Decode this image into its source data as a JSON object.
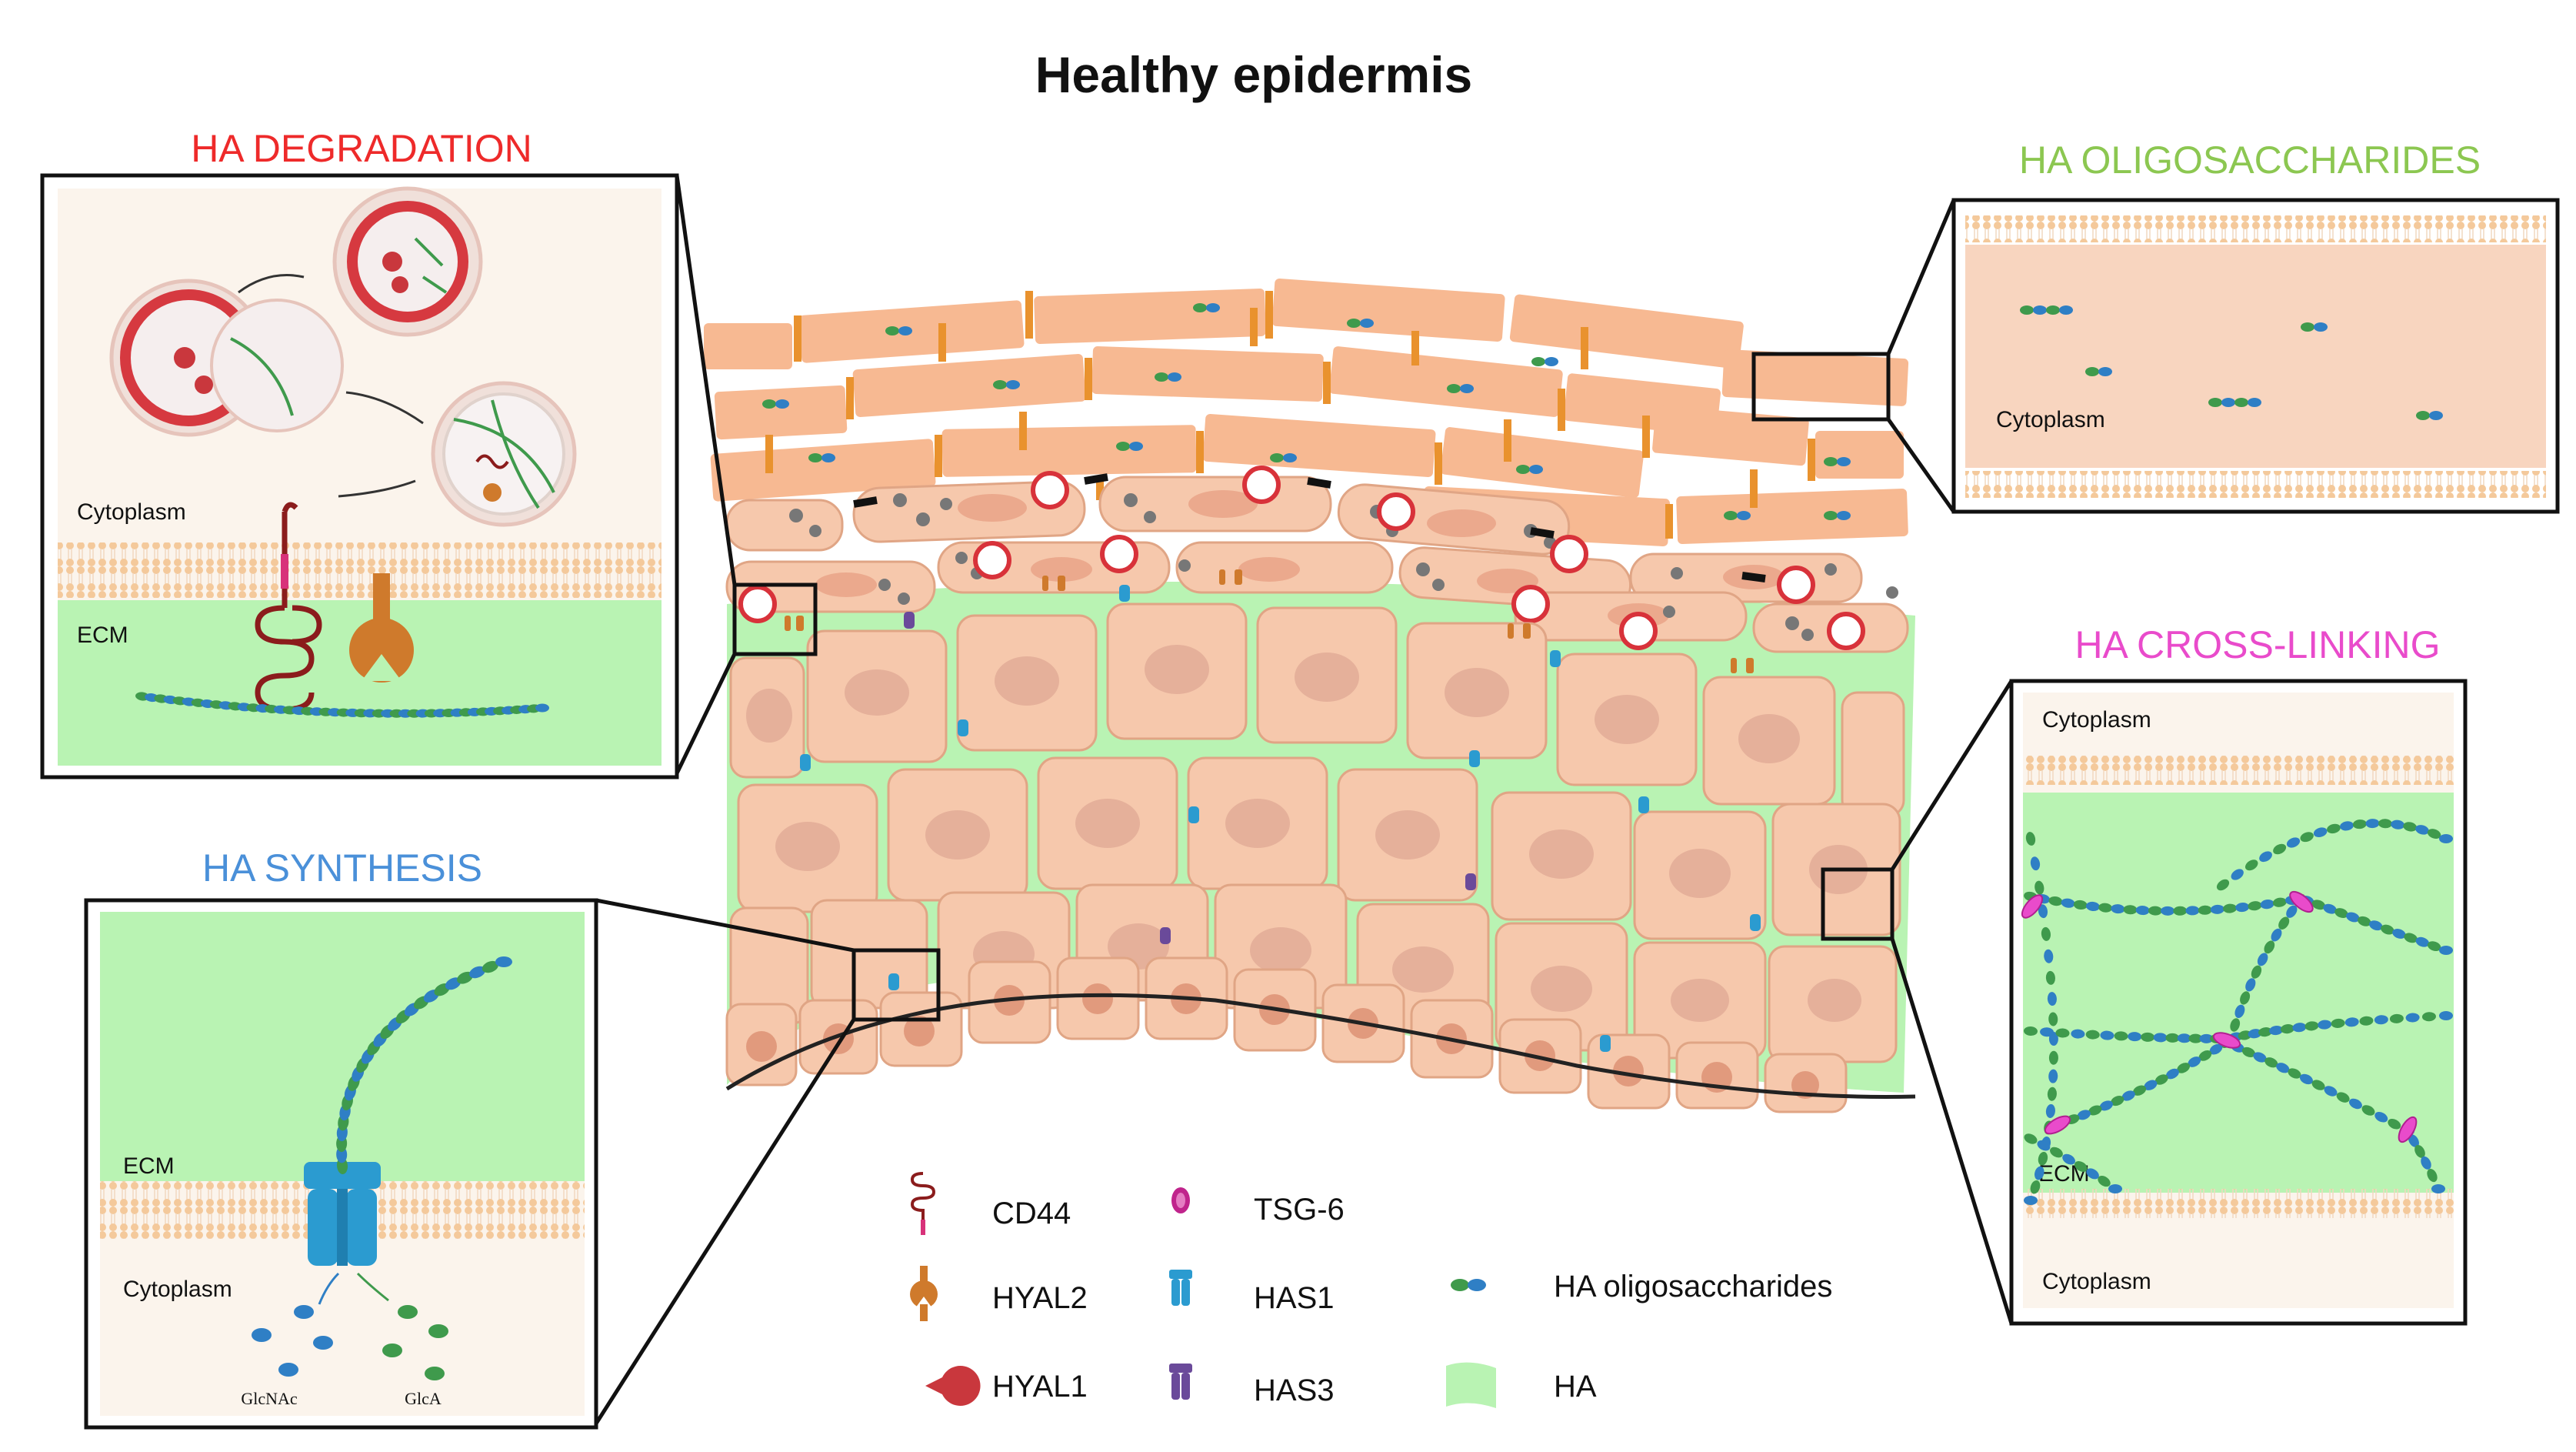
{
  "title": "Healthy epidermis",
  "panels": {
    "degradation": {
      "title": "HA DEGRADATION",
      "color": "#ee2a2a",
      "cytoplasm": "Cytoplasm",
      "ecm": "ECM"
    },
    "oligosaccharides": {
      "title": "HA OLIGOSACCHARIDES",
      "color": "#8cc751",
      "cytoplasm": "Cytoplasm"
    },
    "crosslinking": {
      "title": "HA CROSS-LINKING",
      "color": "#e94bcb",
      "cytoplasm_top": "Cytoplasm",
      "ecm": "ECM",
      "cytoplasm_bottom": "Cytoplasm"
    },
    "synthesis": {
      "title": "HA SYNTHESIS",
      "color": "#4a90d9",
      "ecm": "ECM",
      "cytoplasm": "Cytoplasm",
      "glcnac": "GlcNAc",
      "glca": "GlcA"
    }
  },
  "legend": {
    "cd44": "CD44",
    "hyal2": "HYAL2",
    "hyal1": "HYAL1",
    "tsg6": "TSG-6",
    "has1": "HAS1",
    "has3": "HAS3",
    "ha_oligo": "HA oligosaccharides",
    "ha": "HA"
  },
  "colors": {
    "cell": "#f6c8ac",
    "cell_border": "#e0a585",
    "upper_cell": "#f7b992",
    "ecm": "#b9f3b3",
    "membrane": "#f6cfa6",
    "hyal2": "#cf7a2c",
    "hyal1": "#c9373d",
    "cd44": "#8b1c1c",
    "has1": "#2b9bd0",
    "has3": "#6a4a9a",
    "tsg6": "#c0248c",
    "ha_blue": "#2f7fc5",
    "ha_green": "#3f9a4c"
  }
}
